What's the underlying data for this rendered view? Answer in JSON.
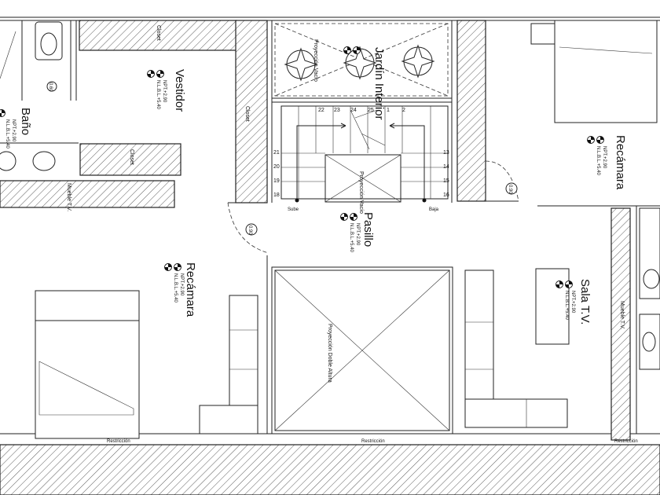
{
  "rooms": {
    "vestidor": "Vestidor",
    "bano": "Baño",
    "jardin": "Jardín Interior",
    "recamara_right": "Recámara",
    "pasillo": "Pasillo",
    "recamara_left": "Recámara",
    "sala_tv": "Sala T.V."
  },
  "labels": {
    "closet": "Closet",
    "mueble_tv": "Mueble T.V.",
    "proyeccion_vacio": "Proyección Vacío",
    "proyeccion_doble_altura": "Proyección Doble Altura",
    "restriccion": "Restricción",
    "sube": "Sube",
    "baja": "Baja",
    "door_size": "0.90",
    "door_size_small": "0.60"
  },
  "levels": {
    "npt": "NPT.+2.90",
    "nlbl": "N.L.B.L.+5.40"
  },
  "stairs": {
    "steps_left": [
      "22",
      "23",
      "24"
    ],
    "steps_right": [
      "25",
      "1",
      "2"
    ],
    "steps_low_left": [
      "21",
      "20",
      "19",
      "18"
    ],
    "steps_low_right": [
      "13",
      "14",
      "15",
      "16"
    ]
  }
}
